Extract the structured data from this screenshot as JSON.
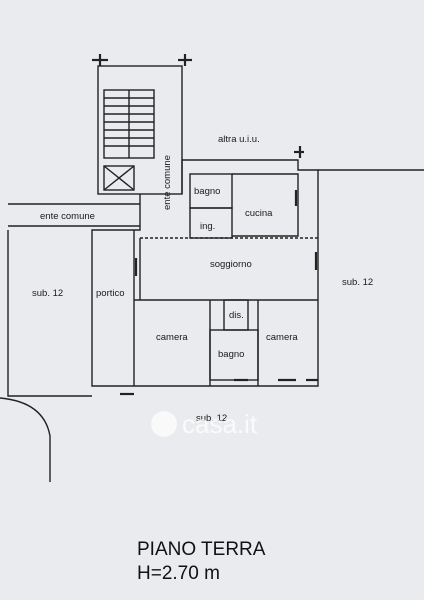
{
  "rooms": {
    "altra_uiu": "altra u.i.u.",
    "ente_comune_vertical": "ente comune",
    "ente_comune_left": "ente comune",
    "bagno_top": "bagno",
    "ing": "ing.",
    "cucina": "cucina",
    "soggiorno": "soggiorno",
    "sub12_left": "sub. 12",
    "sub12_right": "sub. 12",
    "sub12_bottom": "sub. 12",
    "portico": "portico",
    "dis": "dis.",
    "camera_left": "camera",
    "camera_right": "camera",
    "bagno_bottom": "bagno"
  },
  "watermark": "casa.it",
  "footer": {
    "floor": "PIANO TERRA",
    "height": "H=2.70 m"
  }
}
